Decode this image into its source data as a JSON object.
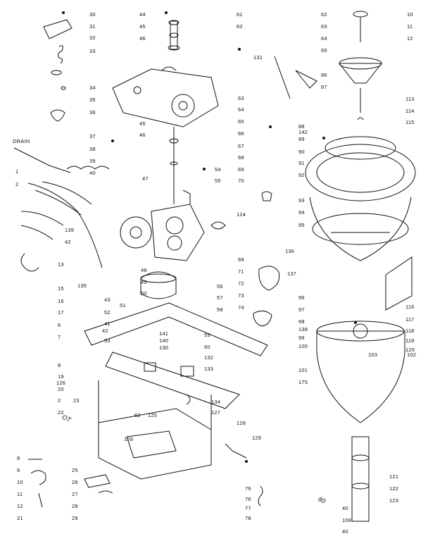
{
  "diagram": {
    "header_text": "DRAIN",
    "callouts_left": [
      "30",
      "31",
      "32",
      "33",
      "34",
      "35",
      "36",
      "37",
      "38",
      "39",
      "40",
      "1",
      "2",
      "139",
      "42",
      "13",
      "135",
      "15",
      "16",
      "17",
      "6",
      "7",
      "8",
      "19",
      "126",
      "20",
      "23",
      "2",
      "22",
      "OT"
    ],
    "callouts_center": [
      "44",
      "45",
      "46",
      "45",
      "46",
      "47",
      "48",
      "49",
      "50",
      "51",
      "52",
      "53",
      "41",
      "43",
      "42",
      "61",
      "62",
      "131",
      "63",
      "64",
      "65",
      "66",
      "67",
      "68",
      "69",
      "70",
      "54",
      "55",
      "124",
      "56",
      "57",
      "58",
      "59",
      "60",
      "141",
      "140",
      "130",
      "132",
      "133",
      "134",
      "127",
      "62",
      "125",
      "128",
      "128",
      "129"
    ],
    "callouts_right": [
      "62",
      "63",
      "64",
      "65",
      "86",
      "87",
      "88",
      "142",
      "89",
      "90",
      "91",
      "92",
      "93",
      "94",
      "95",
      "136",
      "69",
      "71",
      "137",
      "72",
      "73",
      "74",
      "96",
      "97",
      "98",
      "138",
      "99",
      "100",
      "101",
      "175",
      "103",
      "102",
      "10",
      "11",
      "12",
      "113",
      "114",
      "115",
      "116",
      "117",
      "118",
      "119",
      "120",
      "121",
      "122",
      "123",
      "40",
      "108",
      "40",
      "80"
    ],
    "callouts_bottom_left": [
      "8",
      "9",
      "10",
      "11",
      "12",
      "21",
      "25",
      "26",
      "27",
      "28",
      "29"
    ],
    "callouts_bottom_center": [
      "76",
      "76",
      "77",
      "78"
    ]
  }
}
